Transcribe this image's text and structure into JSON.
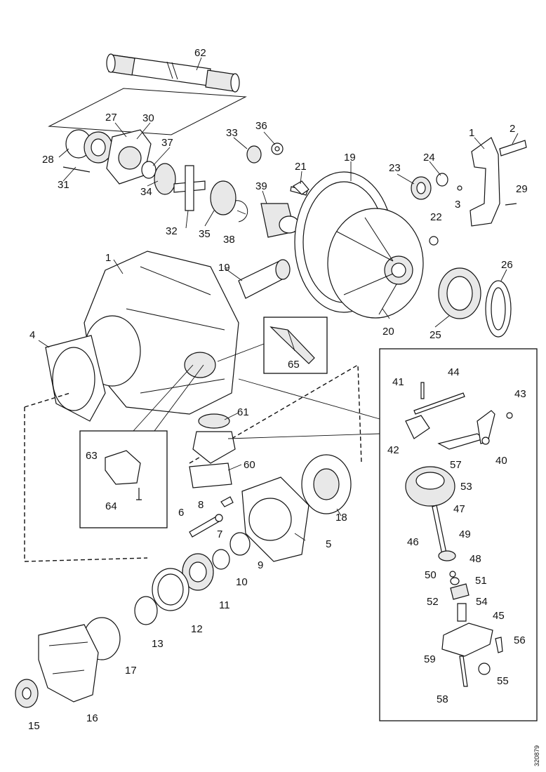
{
  "callouts": [
    {
      "id": "c1",
      "text": "1"
    },
    {
      "id": "c1b",
      "text": "1"
    },
    {
      "id": "c2",
      "text": "2"
    },
    {
      "id": "c3",
      "text": "3"
    },
    {
      "id": "c4",
      "text": "4"
    },
    {
      "id": "c5",
      "text": "5"
    },
    {
      "id": "c6",
      "text": "6"
    },
    {
      "id": "c7",
      "text": "7"
    },
    {
      "id": "c8",
      "text": "8"
    },
    {
      "id": "c9",
      "text": "9"
    },
    {
      "id": "c10",
      "text": "10"
    },
    {
      "id": "c11",
      "text": "11"
    },
    {
      "id": "c12",
      "text": "12"
    },
    {
      "id": "c13",
      "text": "13"
    },
    {
      "id": "c15",
      "text": "15"
    },
    {
      "id": "c16",
      "text": "16"
    },
    {
      "id": "c17",
      "text": "17"
    },
    {
      "id": "c18",
      "text": "18"
    },
    {
      "id": "c19",
      "text": "19"
    },
    {
      "id": "c19b",
      "text": "19"
    },
    {
      "id": "c20",
      "text": "20"
    },
    {
      "id": "c21",
      "text": "21"
    },
    {
      "id": "c22",
      "text": "22"
    },
    {
      "id": "c23",
      "text": "23"
    },
    {
      "id": "c24",
      "text": "24"
    },
    {
      "id": "c25",
      "text": "25"
    },
    {
      "id": "c26",
      "text": "26"
    },
    {
      "id": "c27",
      "text": "27"
    },
    {
      "id": "c28",
      "text": "28"
    },
    {
      "id": "c29",
      "text": "29"
    },
    {
      "id": "c30",
      "text": "30"
    },
    {
      "id": "c31",
      "text": "31"
    },
    {
      "id": "c32",
      "text": "32"
    },
    {
      "id": "c33",
      "text": "33"
    },
    {
      "id": "c34",
      "text": "34"
    },
    {
      "id": "c35",
      "text": "35"
    },
    {
      "id": "c36",
      "text": "36"
    },
    {
      "id": "c37",
      "text": "37"
    },
    {
      "id": "c38",
      "text": "38"
    },
    {
      "id": "c39",
      "text": "39"
    },
    {
      "id": "c40",
      "text": "40"
    },
    {
      "id": "c41",
      "text": "41"
    },
    {
      "id": "c42",
      "text": "42"
    },
    {
      "id": "c43",
      "text": "43"
    },
    {
      "id": "c44",
      "text": "44"
    },
    {
      "id": "c45",
      "text": "45"
    },
    {
      "id": "c46",
      "text": "46"
    },
    {
      "id": "c47",
      "text": "47"
    },
    {
      "id": "c48",
      "text": "48"
    },
    {
      "id": "c49",
      "text": "49"
    },
    {
      "id": "c50",
      "text": "50"
    },
    {
      "id": "c51",
      "text": "51"
    },
    {
      "id": "c52",
      "text": "52"
    },
    {
      "id": "c53",
      "text": "53"
    },
    {
      "id": "c54",
      "text": "54"
    },
    {
      "id": "c55",
      "text": "55"
    },
    {
      "id": "c56",
      "text": "56"
    },
    {
      "id": "c57",
      "text": "57"
    },
    {
      "id": "c58",
      "text": "58"
    },
    {
      "id": "c59",
      "text": "59"
    },
    {
      "id": "c60",
      "text": "60"
    },
    {
      "id": "c61",
      "text": "61"
    },
    {
      "id": "c62",
      "text": "62"
    },
    {
      "id": "c63",
      "text": "63"
    },
    {
      "id": "c64",
      "text": "64"
    },
    {
      "id": "c65",
      "text": "65"
    }
  ],
  "doc_number": "320879"
}
